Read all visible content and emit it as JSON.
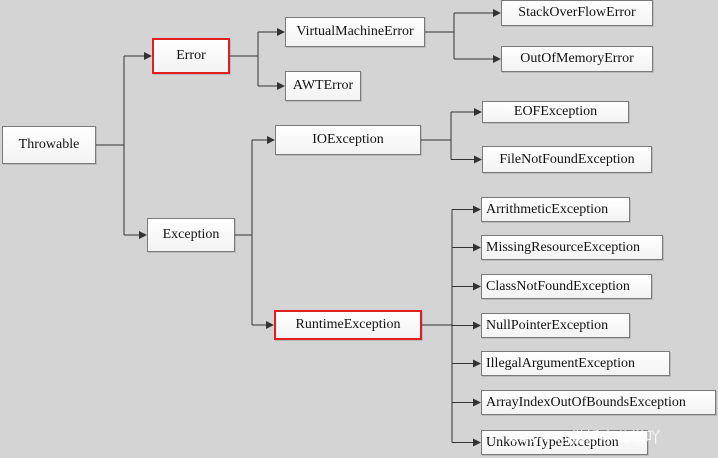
{
  "diagram": {
    "nodes": [
      {
        "id": "throwable",
        "label": "Throwable"
      },
      {
        "id": "error",
        "label": "Error",
        "highlight": true
      },
      {
        "id": "exception",
        "label": "Exception"
      },
      {
        "id": "vme",
        "label": "VirtualMachineError"
      },
      {
        "id": "awt",
        "label": "AWTError"
      },
      {
        "id": "so",
        "label": "StackOverFlowError"
      },
      {
        "id": "oom",
        "label": "OutOfMemoryError"
      },
      {
        "id": "io",
        "label": "IOException"
      },
      {
        "id": "runtime",
        "label": "RuntimeException",
        "highlight": true
      },
      {
        "id": "eof",
        "label": "EOFException"
      },
      {
        "id": "fnf",
        "label": "FileNotFoundException"
      },
      {
        "id": "arith",
        "label": "ArrithmeticException"
      },
      {
        "id": "mre",
        "label": "MissingResourceException"
      },
      {
        "id": "cnf",
        "label": "ClassNotFoundException"
      },
      {
        "id": "npe",
        "label": "NullPointerException"
      },
      {
        "id": "iae",
        "label": "IllegalArgumentException"
      },
      {
        "id": "aioobe",
        "label": "ArrayIndexOutOfBoundsException"
      },
      {
        "id": "ute",
        "label": "UnkownTypeException"
      }
    ],
    "edges": [
      [
        "throwable",
        "error"
      ],
      [
        "throwable",
        "exception"
      ],
      [
        "error",
        "vme"
      ],
      [
        "error",
        "awt"
      ],
      [
        "vme",
        "so"
      ],
      [
        "vme",
        "oom"
      ],
      [
        "exception",
        "io"
      ],
      [
        "exception",
        "runtime"
      ],
      [
        "io",
        "eof"
      ],
      [
        "io",
        "fnf"
      ],
      [
        "runtime",
        "arith"
      ],
      [
        "runtime",
        "mre"
      ],
      [
        "runtime",
        "cnf"
      ],
      [
        "runtime",
        "npe"
      ],
      [
        "runtime",
        "iae"
      ],
      [
        "runtime",
        "aioobe"
      ],
      [
        "runtime",
        "ute"
      ]
    ],
    "colors": {
      "background": "#d4d4d4",
      "highlight": "#e02020",
      "line": "#333333"
    }
  },
  "watermark": {
    "text": "CSDN @傲娇小公举吖"
  }
}
